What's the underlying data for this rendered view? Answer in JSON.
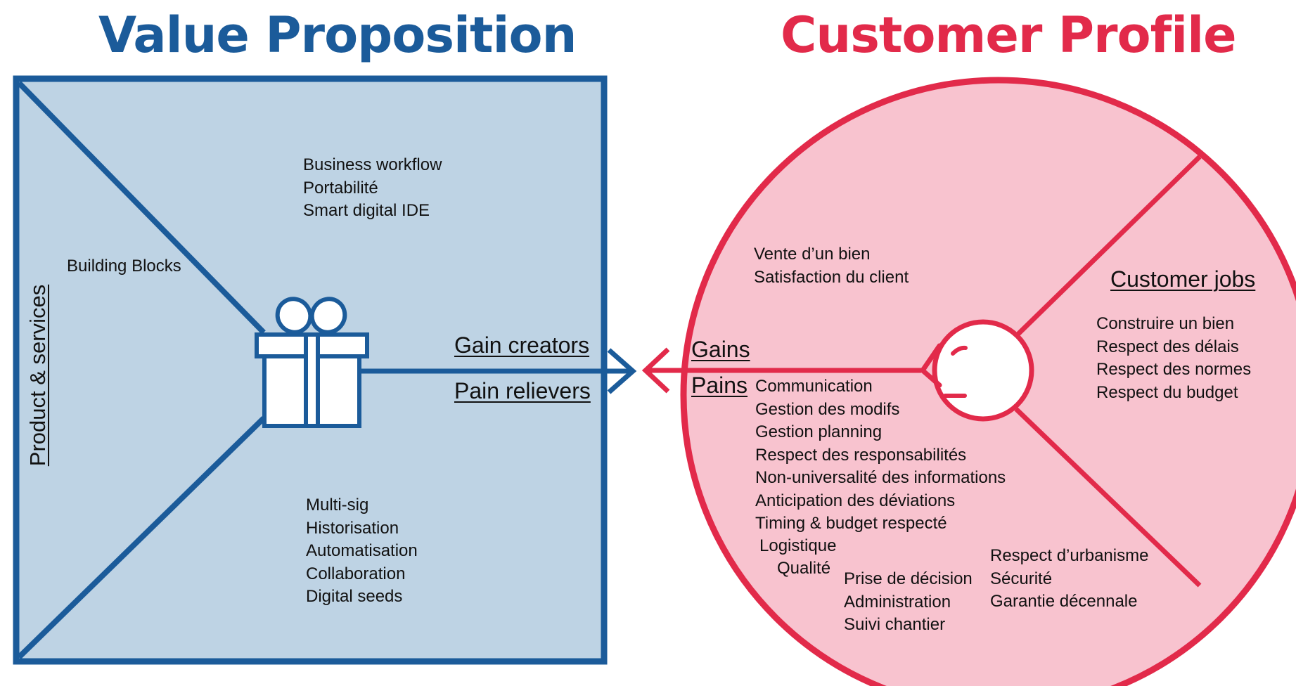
{
  "titles": {
    "value_proposition": "Value Proposition",
    "customer_profile": "Customer Profile"
  },
  "value_proposition": {
    "product_services_label": "Product & services",
    "building_blocks_label": "Building Blocks",
    "gain_creators_label": "Gain creators",
    "pain_relievers_label": "Pain relievers",
    "gain_creators_items": [
      "Business workflow",
      "Portabilité",
      "Smart digital IDE"
    ],
    "pain_relievers_items": [
      "Multi-sig",
      "Historisation",
      "Automatisation",
      "Collaboration",
      "Digital seeds"
    ]
  },
  "customer_profile": {
    "gains_label": "Gains",
    "pains_label": "Pains",
    "customer_jobs_label": "Customer jobs",
    "gains_items": [
      "Vente d’un bien",
      "Satisfaction du client"
    ],
    "customer_jobs_items": [
      "Construire un bien",
      "Respect des délais",
      "Respect des normes",
      "Respect du budget"
    ],
    "pains_items_main": [
      "Communication",
      "Gestion des modifs",
      "Gestion planning",
      "Respect des responsabilités",
      "Non-universalité des informations",
      "Anticipation des déviations",
      "Timing & budget respecté"
    ],
    "pains_item_logistique": "Logistique",
    "pains_item_qualite": "Qualité",
    "pains_items_bottom_center": [
      "Prise de décision",
      "Administration",
      "Suivi chantier"
    ],
    "pains_items_bottom_right": [
      "Respect d’urbanisme",
      "Sécurité",
      "Garantie décennale"
    ]
  },
  "colors": {
    "value_blue": "#1b5b9a",
    "value_fill": "#bed3e4",
    "customer_red": "#e22a4a",
    "customer_fill": "#f8c3cf"
  },
  "icons": [
    "gift-icon",
    "face-icon",
    "arrow-right-icon",
    "arrow-left-icon"
  ]
}
